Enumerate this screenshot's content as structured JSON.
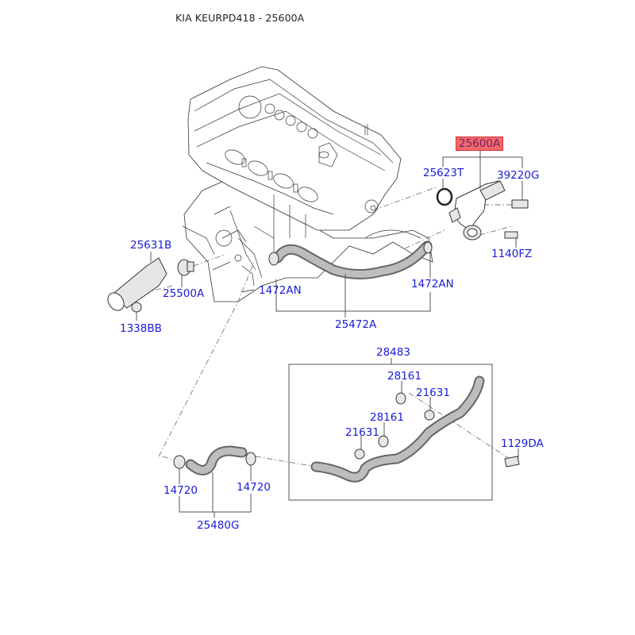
{
  "title": "KIA KEURPD418 - 25600A",
  "highlight_color": "#f06a6a",
  "label_color": "#1a1adb",
  "labels": {
    "assembly_main": "25600A",
    "gasket": "25623T",
    "sensor": "39220G",
    "bolt_flange": "1140FZ",
    "thermostat_housing": "25631B",
    "thermostat": "25500A",
    "nut": "1338BB",
    "clamp_left": "1472AN",
    "clamp_right": "1472AN",
    "hose_upper": "25472A",
    "pipe_assembly": "28483",
    "grommet_upper": "28161",
    "bushing_upper": "21631",
    "grommet_lower": "28161",
    "bushing_lower": "21631",
    "bolt_pipe": "1129DA",
    "clamp_lower_left": "14720",
    "clamp_lower_right": "14720",
    "hose_lower": "25480G"
  }
}
